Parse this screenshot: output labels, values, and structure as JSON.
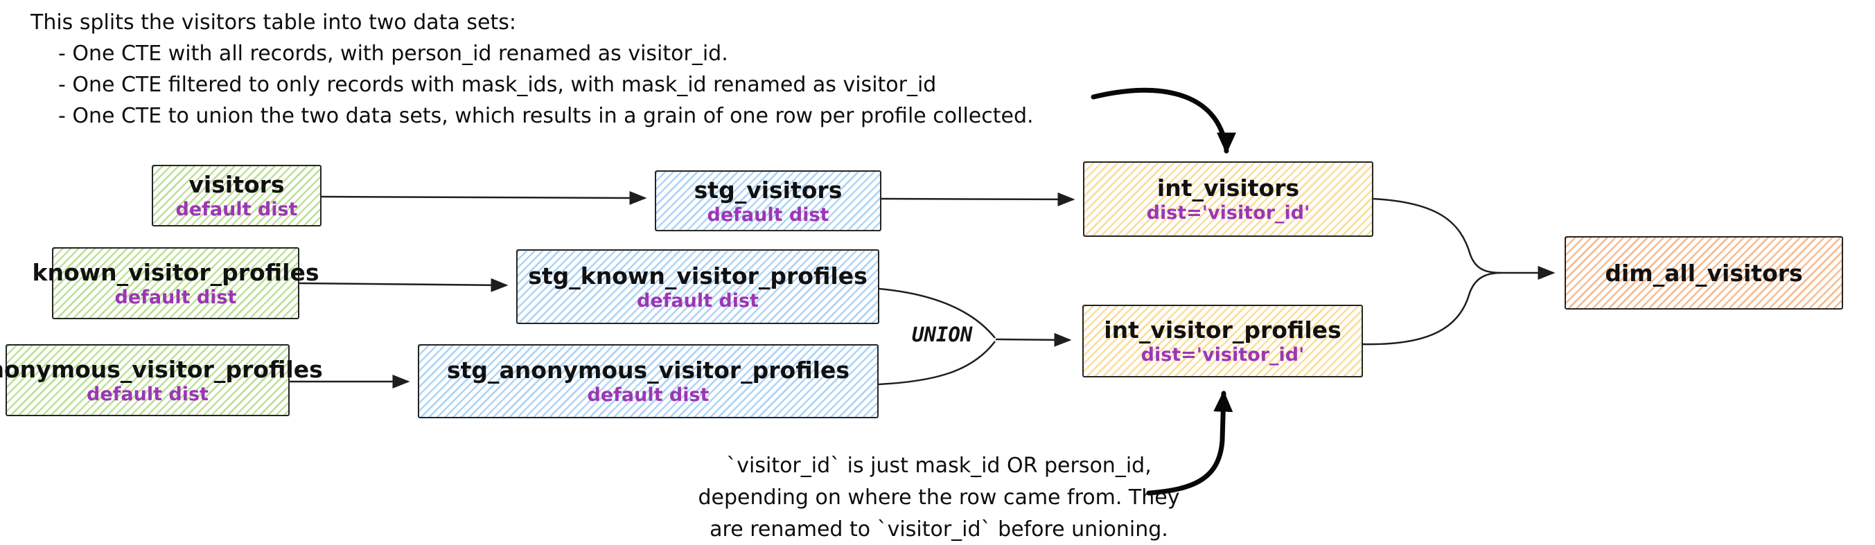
{
  "diagram": {
    "top_note": {
      "intro": "This splits the visitors table into two data sets:",
      "bullets": [
        "- One CTE with all records, with person_id renamed as visitor_id.",
        "- One CTE filtered to only records with mask_ids, with mask_id renamed as visitor_id",
        "- One CTE to union the two data sets, which results in a grain of one row per profile collected."
      ]
    },
    "bottom_note": {
      "lines": [
        "`visitor_id` is just mask_id OR person_id,",
        "depending on where the row came from. They",
        "are renamed to `visitor_id` before unioning."
      ]
    },
    "union_label": "UNION"
  },
  "nodes": [
    {
      "id": "visitors",
      "label": "visitors",
      "dist": "default dist",
      "color": "green"
    },
    {
      "id": "stg_visitors",
      "label": "stg_visitors",
      "dist": "default dist",
      "color": "blue"
    },
    {
      "id": "int_visitors",
      "label": "int_visitors",
      "dist": "dist='visitor_id'",
      "color": "yellow"
    },
    {
      "id": "known_visitor_profiles",
      "label": "known_visitor_profiles",
      "dist": "default dist",
      "color": "green"
    },
    {
      "id": "stg_known_visitor_profiles",
      "label": "stg_known_visitor_profiles",
      "dist": "default dist",
      "color": "blue"
    },
    {
      "id": "anonymous_visitor_profiles",
      "label": "anonymous_visitor_profiles",
      "dist": "default dist",
      "color": "green"
    },
    {
      "id": "stg_anonymous_visitor_profiles",
      "label": "stg_anonymous_visitor_profiles",
      "dist": "default dist",
      "color": "blue"
    },
    {
      "id": "int_visitor_profiles",
      "label": "int_visitor_profiles",
      "dist": "dist='visitor_id'",
      "color": "yellow"
    },
    {
      "id": "dim_all_visitors",
      "label": "dim_all_visitors",
      "dist": "",
      "color": "orange"
    }
  ],
  "edges": [
    {
      "from": "visitors",
      "to": "stg_visitors"
    },
    {
      "from": "stg_visitors",
      "to": "int_visitors"
    },
    {
      "from": "known_visitor_profiles",
      "to": "stg_known_visitor_profiles"
    },
    {
      "from": "anonymous_visitor_profiles",
      "to": "stg_anonymous_visitor_profiles"
    },
    {
      "from": "stg_known_visitor_profiles",
      "to": "int_visitor_profiles",
      "label": "UNION"
    },
    {
      "from": "stg_anonymous_visitor_profiles",
      "to": "int_visitor_profiles",
      "label": "UNION"
    },
    {
      "from": "int_visitors",
      "to": "dim_all_visitors"
    },
    {
      "from": "int_visitor_profiles",
      "to": "dim_all_visitors"
    },
    {
      "from": "top_note",
      "to": "int_visitors"
    },
    {
      "from": "bottom_note",
      "to": "int_visitor_profiles"
    }
  ],
  "colors": {
    "stroke": "#1e1e1e",
    "dist_text": "#9c36b5",
    "green_hatch": "#92cd55",
    "blue_hatch": "#86bef2",
    "yellow_hatch": "#f7cc65",
    "orange_hatch": "#f3a061"
  }
}
